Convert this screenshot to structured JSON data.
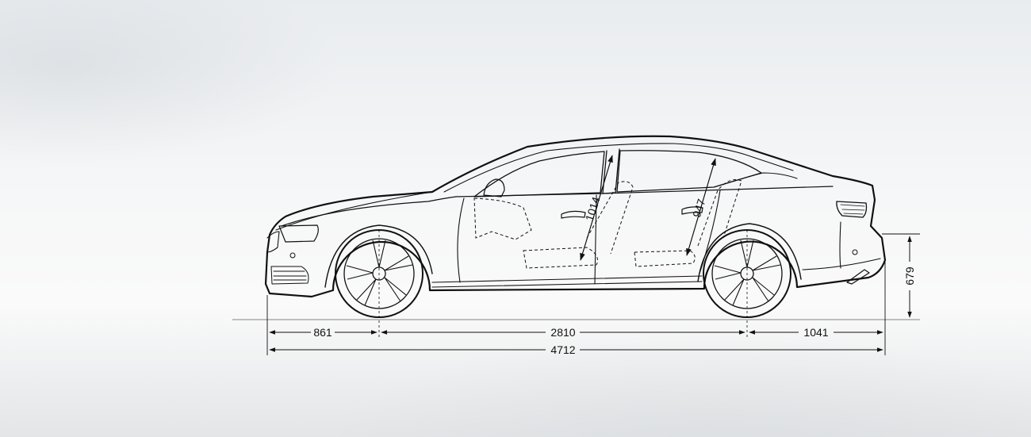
{
  "dimensions": {
    "front_overhang": "861",
    "wheelbase": "2810",
    "rear_overhang": "1041",
    "overall_length": "4712",
    "trunk_sill_height": "679",
    "front_headroom": "1014",
    "rear_headroom": "947"
  },
  "colors": {
    "line": "#111111",
    "ground_line": "#9a9a9a"
  }
}
